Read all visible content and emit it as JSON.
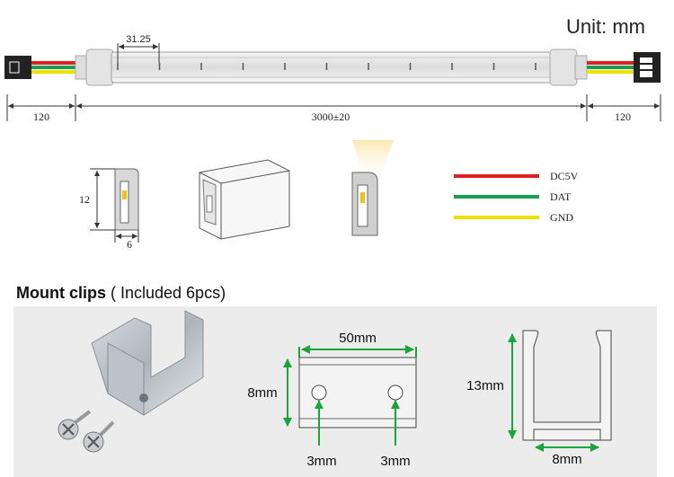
{
  "header": {
    "unit_label": "Unit: mm"
  },
  "strip": {
    "segment_pitch": "31.25",
    "left_lead": "120",
    "length": "3000±20",
    "right_lead": "120"
  },
  "profile": {
    "height": "12",
    "width": "6"
  },
  "wires": [
    {
      "label": "DC5V",
      "color": "#e02020"
    },
    {
      "label": "DAT",
      "color": "#18a050"
    },
    {
      "label": "GND",
      "color": "#f0e000"
    }
  ],
  "mount": {
    "title_bold": "Mount clips",
    "title_rest": " ( Included 6pcs)",
    "clip_length": "50mm",
    "clip_height": "8mm",
    "hole_left": "3mm",
    "hole_right": "3mm",
    "side_height": "13mm",
    "inner_width": "8mm"
  },
  "colors": {
    "dimension": "#1aa53a",
    "line": "#555555"
  }
}
